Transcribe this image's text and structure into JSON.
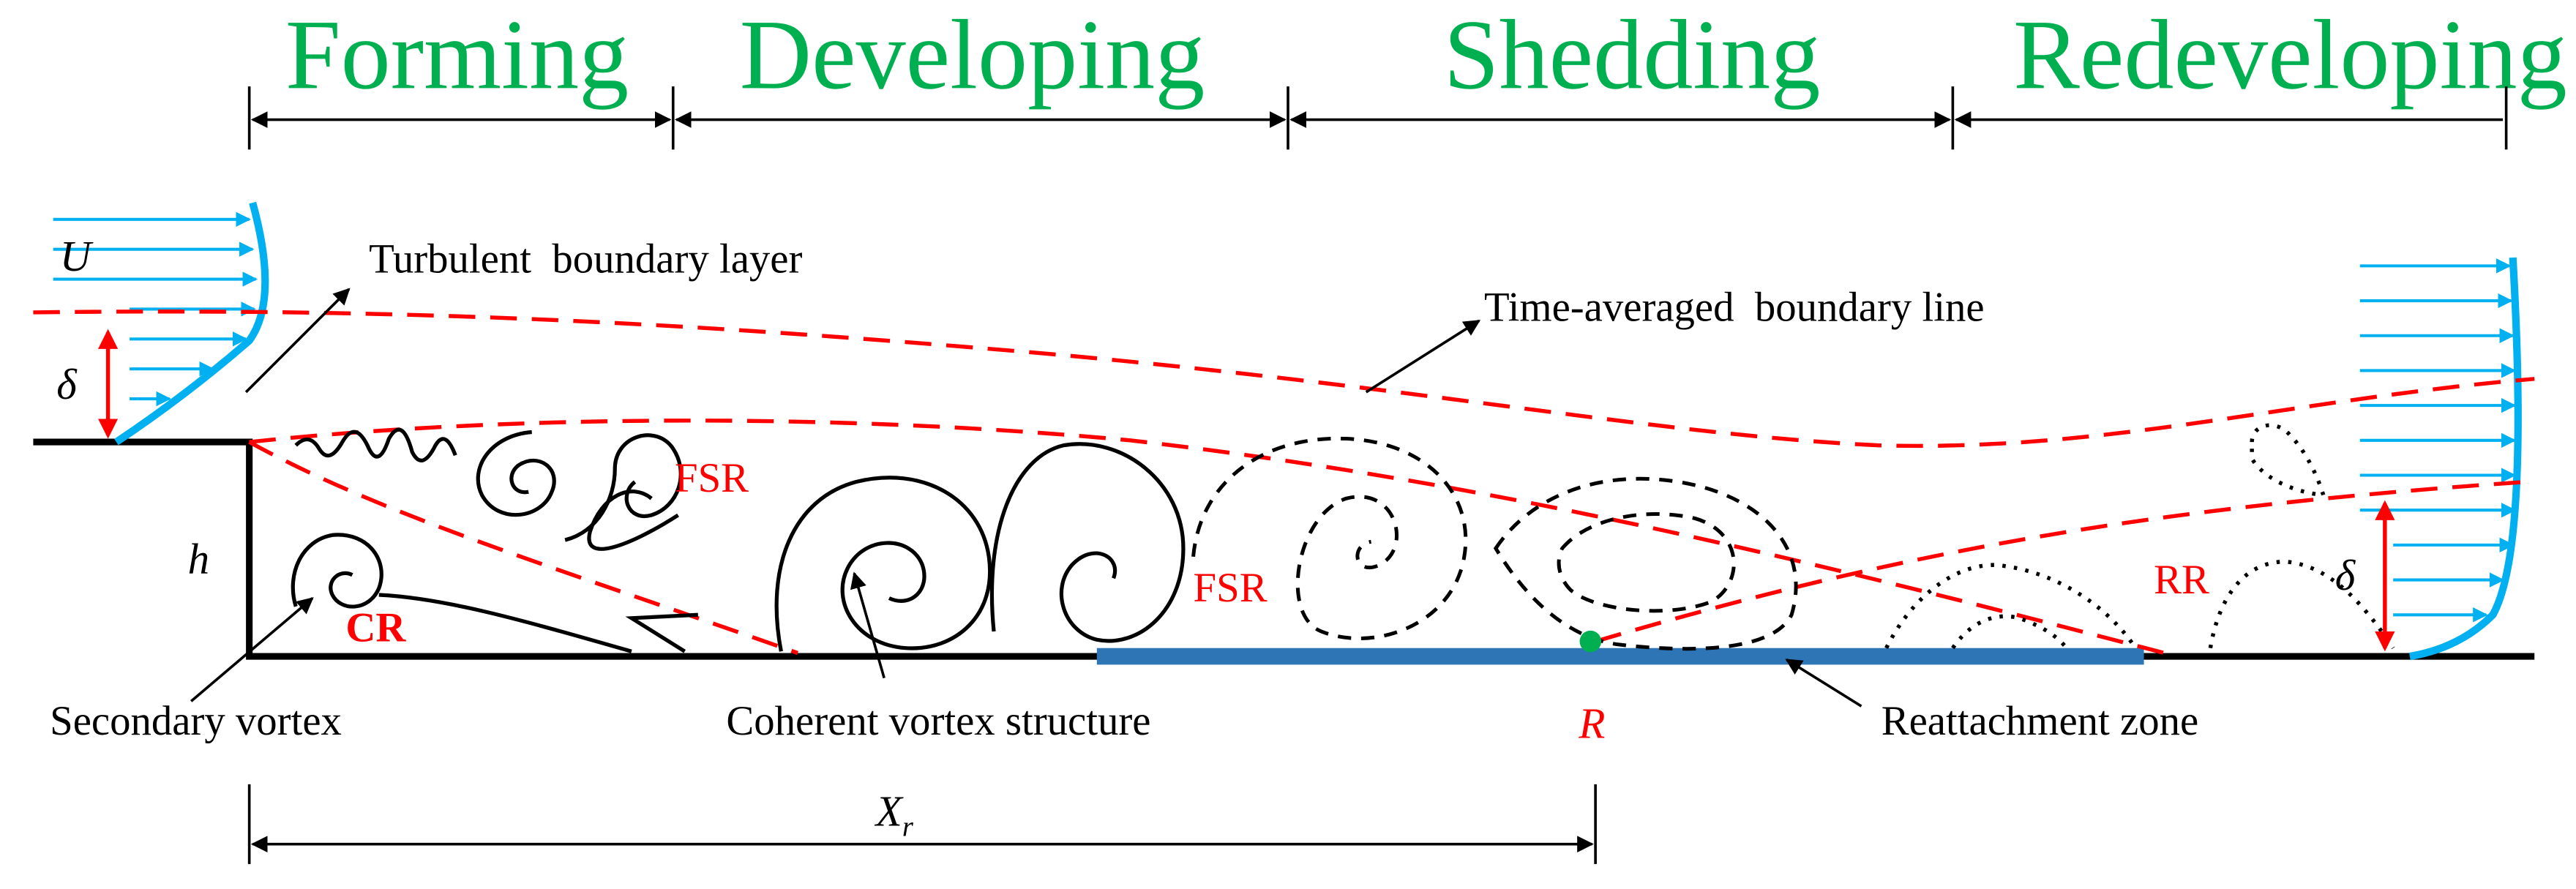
{
  "phases": [
    {
      "label": "Forming"
    },
    {
      "label": "Developing"
    },
    {
      "label": "Shedding"
    },
    {
      "label": "Redeveloping"
    }
  ],
  "labels": {
    "u": "U",
    "delta_left": "δ",
    "delta_right": "δ",
    "h": "h",
    "turbulent_boundary_layer": "Turbulent  boundary layer",
    "time_averaged_boundary_line": "Time-averaged  boundary line",
    "fsr_top": "FSR",
    "fsr_mid": "FSR",
    "cr": "CR",
    "rr": "RR",
    "secondary_vortex": "Secondary vortex",
    "coherent_vortex_structure": "Coherent vortex structure",
    "r": "R",
    "reattachment_zone": "Reattachment zone",
    "xr_base": "X",
    "xr_sub": "r"
  },
  "colors": {
    "phase_label": "#00b050",
    "annotation_red": "#ff0000",
    "profile_blue": "#00b0f0",
    "reattachment_bar": "#2e75b6",
    "reattachment_point": "#00b050",
    "wall": "#000000"
  }
}
